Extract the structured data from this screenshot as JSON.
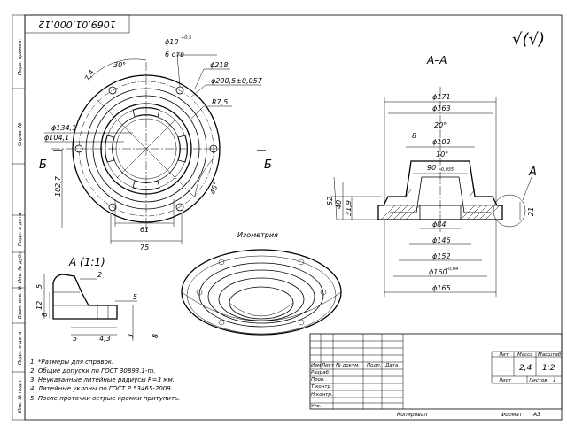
{
  "drawing_number": "1069.01.000.12",
  "roughness_symbol": "√(√)",
  "section_title": "А–А",
  "section_marker_left": "Б",
  "section_marker_right": "Б",
  "side_marker": "А",
  "detail_title": "А (1:1)",
  "isometric_label": "Изометрия",
  "front_view_dims": {
    "hole_dia": "ϕ10",
    "hole_tol": "+0.5",
    "hole_count": "6 отв",
    "dia_218": "ϕ218",
    "dia_200": "ϕ200,5±0,057",
    "r75": "R7,5",
    "dia_134": "ϕ134,1",
    "dia_104": "ϕ104,1",
    "angle_30": "30°",
    "len_74": "7,4",
    "len_1027": "102,7",
    "angle_45": "45°",
    "len_61": "61",
    "len_75": "75"
  },
  "section_dims": {
    "d171": "ϕ171",
    "d163": "ϕ163",
    "ang20": "20°",
    "d8": "8",
    "d102": "ϕ102",
    "ang10": "10°",
    "d90": "90",
    "d90tol": "-0,035",
    "d52": "52",
    "d40": "40",
    "d319": "31,9",
    "d21": "21",
    "d84": "ϕ84",
    "d146": "ϕ146",
    "d152": "ϕ152",
    "d160": "ϕ160",
    "d160tol": "+0,04",
    "d165": "ϕ165"
  },
  "detail_dims": {
    "d2": "2",
    "d5a": "5",
    "d5b": "5",
    "d12": "12",
    "d6": "6",
    "d5c": "5",
    "d43": "4,3",
    "d3": "3",
    "d8": "8"
  },
  "notes": [
    "1. *Размеры для справок.",
    "2. Общие допуски по ГОСТ 30893.1-m.",
    "3. Неуказанные литейные радиусы R=3 мм.",
    "4. Литейные уклоны по ГОСТ Р 53465-2009.",
    "5. После проточки острые кромки притупить."
  ],
  "left_strip": [
    "Перв. примен.",
    "Справ. №",
    "Подп. и дата",
    "Инв. № дубл.",
    "Взам. инв. №",
    "Подп. и дата",
    "Инв. № подл."
  ],
  "title_block": {
    "col_headers": [
      "Изм",
      "Лист",
      "№ докум.",
      "Подп.",
      "Дата"
    ],
    "rows": [
      "Разраб.",
      "Пров.",
      "Т.контр.",
      "Н.контр.",
      "Утв."
    ],
    "lit_label": "Лит.",
    "mass_label": "Масса",
    "scale_label": "Масштаб",
    "mass_value": "2,4",
    "scale_value": "1:2",
    "sheet_label": "Лист",
    "sheets_label": "Листов",
    "sheets_value": "1",
    "copied_label": "Копировал",
    "format_label": "Формат",
    "format_value": "А3"
  }
}
